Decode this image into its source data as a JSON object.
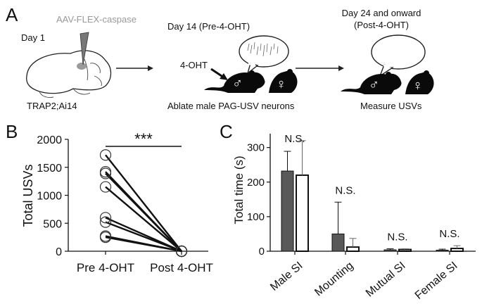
{
  "panel_a": {
    "panel_label": "A",
    "virus_label": "AAV-FLEX-caspase",
    "day1_label": "Day 1",
    "mouse_line_label": "TRAP2;Ai14",
    "day14_label": "Day 14 (Pre-4-OHT)",
    "ohf_label": "4-OHT",
    "ablate_label": "Ablate male PAG-USV neurons",
    "day24_line1": "Day 24 and onward",
    "day24_line2": "(Post-4-OHT)",
    "measure_label": "Measure USVs",
    "male_symbol": "♂",
    "female_symbol": "♀",
    "virus_color": "#999999"
  },
  "chart_data": [
    {
      "panel_label": "B",
      "type": "scatter",
      "categories": [
        "Pre 4-OHT",
        "Post 4-OHT"
      ],
      "ylabel": "Total USVs",
      "ylim": [
        0,
        2000
      ],
      "yticks": [
        "0",
        "500",
        "1000",
        "1500",
        "2000"
      ],
      "paired_values": [
        [
          1720,
          0
        ],
        [
          1420,
          0
        ],
        [
          1390,
          0
        ],
        [
          1150,
          0
        ],
        [
          600,
          0
        ],
        [
          520,
          0
        ],
        [
          270,
          0
        ],
        [
          250,
          0
        ]
      ],
      "significance": "***",
      "grid": false
    },
    {
      "panel_label": "C",
      "type": "bar",
      "categories": [
        "Male SI",
        "Mounting",
        "Mutual SI",
        "Female SI"
      ],
      "ylabel": "Total time (s)",
      "ylim": [
        0,
        340
      ],
      "yticks": [
        "0",
        "100",
        "200",
        "300"
      ],
      "series": [
        {
          "values": [
            232,
            50,
            4,
            3
          ],
          "errors": [
            57,
            92,
            3,
            3
          ],
          "color": "#595959"
        },
        {
          "values": [
            220,
            12,
            5,
            8
          ],
          "errors": [
            100,
            25,
            2,
            8
          ],
          "color": "#ffffff"
        }
      ],
      "significance": [
        "N.S.",
        "N.S.",
        "N.S.",
        "N.S."
      ],
      "grid": false
    }
  ]
}
